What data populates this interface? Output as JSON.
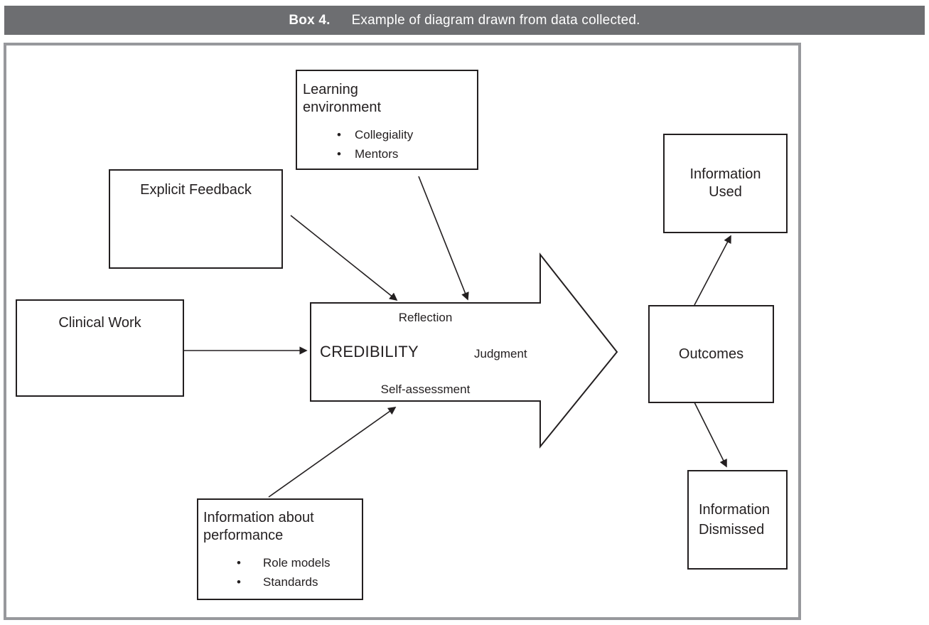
{
  "figure": {
    "label": "Box 4.",
    "caption": "Example of diagram drawn from data collected."
  },
  "colors": {
    "caption_bar_bg": "#6d6e71",
    "caption_text": "#ffffff",
    "frame_border": "#97989c",
    "node_border": "#231f20",
    "text": "#231f20",
    "canvas_bg": "#ffffff"
  },
  "nodes": {
    "learning_environment": {
      "title": "Learning\nenvironment",
      "bullets": [
        "Collegiality",
        "Mentors"
      ]
    },
    "explicit_feedback": {
      "title": "Explicit Feedback"
    },
    "clinical_work": {
      "title": "Clinical Work"
    },
    "information_about_performance": {
      "title": "Information about\nperformance",
      "bullets": [
        "Role models",
        "Standards"
      ]
    },
    "outcomes": {
      "title": "Outcomes"
    },
    "information_used": {
      "title": "Information\nUsed"
    },
    "information_dismissed": {
      "title": "Information\nDismissed"
    }
  },
  "central_arrow": {
    "top_label": "Reflection",
    "main_label": "CREDIBILITY",
    "right_label": "Judgment",
    "bottom_label": "Self-assessment"
  },
  "connections": [
    {
      "from": "Explicit Feedback",
      "to": "Credibility arrow (top edge)"
    },
    {
      "from": "Learning environment",
      "to": "Credibility arrow (top edge)"
    },
    {
      "from": "Clinical Work",
      "to": "Credibility arrow (left edge)"
    },
    {
      "from": "Information about performance",
      "to": "Credibility arrow (bottom edge)"
    },
    {
      "from": "Outcomes",
      "to": "Information Used"
    },
    {
      "from": "Outcomes",
      "to": "Information Dismissed"
    }
  ],
  "ui": {
    "bullet": "•"
  }
}
